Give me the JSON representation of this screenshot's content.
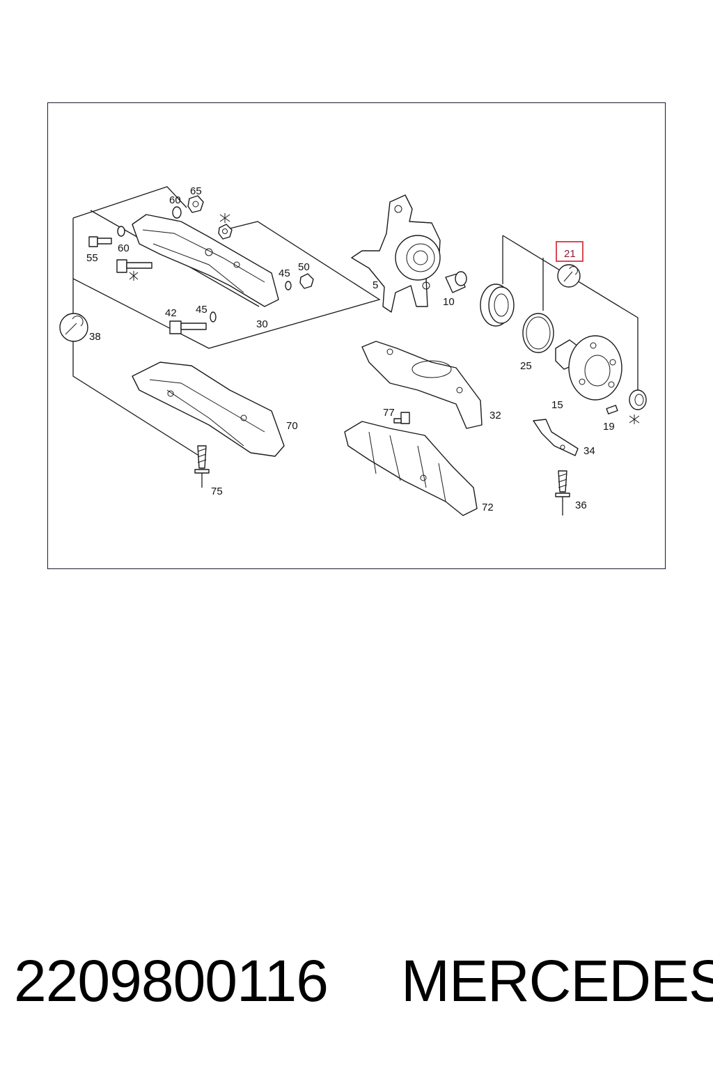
{
  "diagram": {
    "callouts": {
      "c65": "65",
      "c60a": "60",
      "c60b": "60",
      "c55": "55",
      "c45a": "45",
      "c50": "50",
      "c42": "42",
      "c45b": "45",
      "c30": "30",
      "c38": "38",
      "c5": "5",
      "c10": "10",
      "c21": "21",
      "c25": "25",
      "c15": "15",
      "c19": "19",
      "c32": "32",
      "c77": "77",
      "c34": "34",
      "c70": "70",
      "c75": "75",
      "c72": "72",
      "c36": "36"
    },
    "highlight": {
      "callout": "21",
      "color": "#d9333f"
    },
    "icons": [
      "wrench-icon",
      "cross-symbol-icon"
    ]
  },
  "footer": {
    "part_number": "2209800116",
    "brand": "MERCEDES"
  }
}
